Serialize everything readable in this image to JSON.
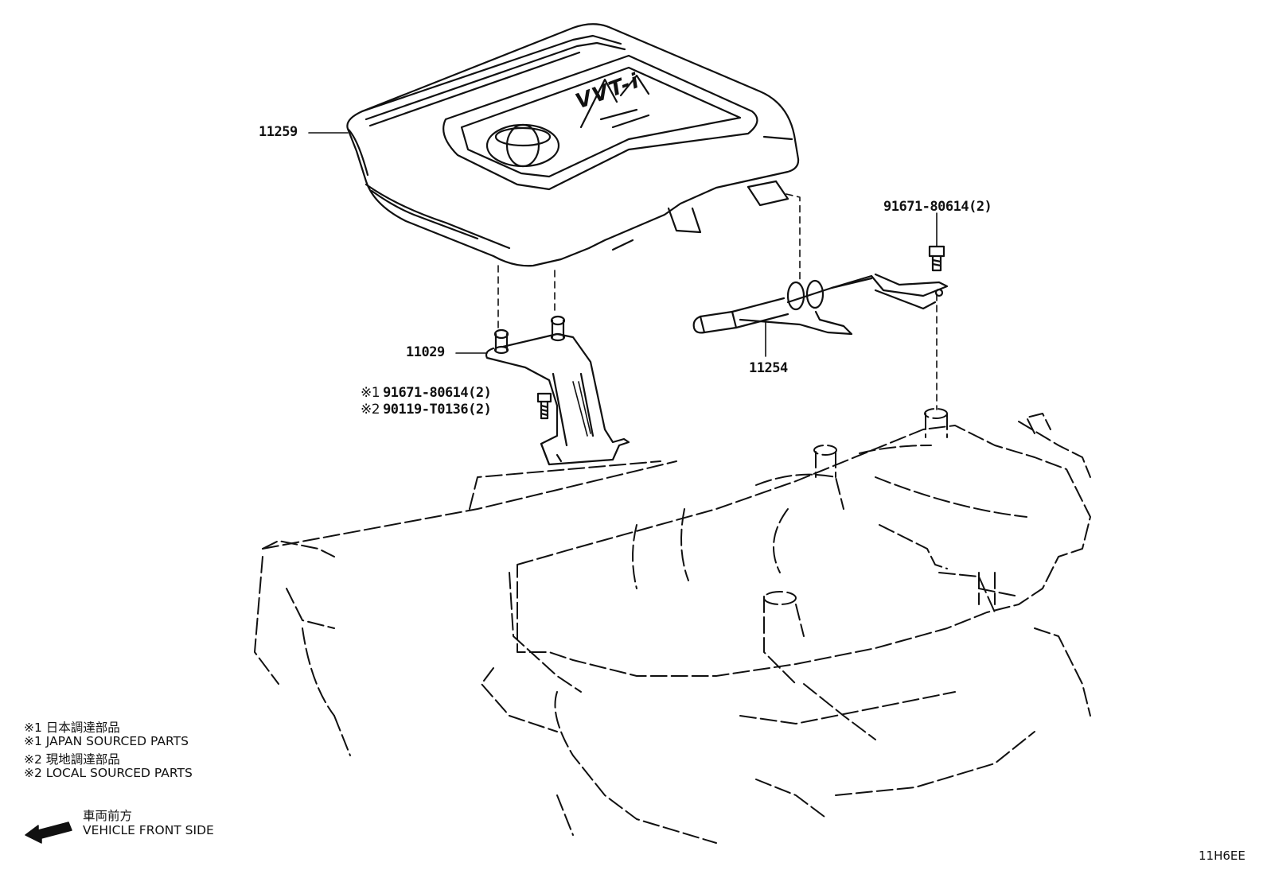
{
  "labels": {
    "cover": "11259",
    "bracket_left": "11029",
    "bracket_right": "11254",
    "bolt_top": "91671-80614(2)",
    "bolt_left_1": "91671-80614(2)",
    "bolt_left_2": "90119-T0136(2)"
  },
  "marks": {
    "m1": "※1",
    "m2": "※2"
  },
  "notes": [
    "※1 日本調達部品",
    "※1 JAPAN SOURCED PARTS",
    "※2 現地調達部品",
    "※2 LOCAL SOURCED PARTS"
  ],
  "front": {
    "jp": "車両前方",
    "en": "VEHICLE FRONT SIDE"
  },
  "diagram_code": "11H6EE",
  "cover_text": "VVT-i"
}
